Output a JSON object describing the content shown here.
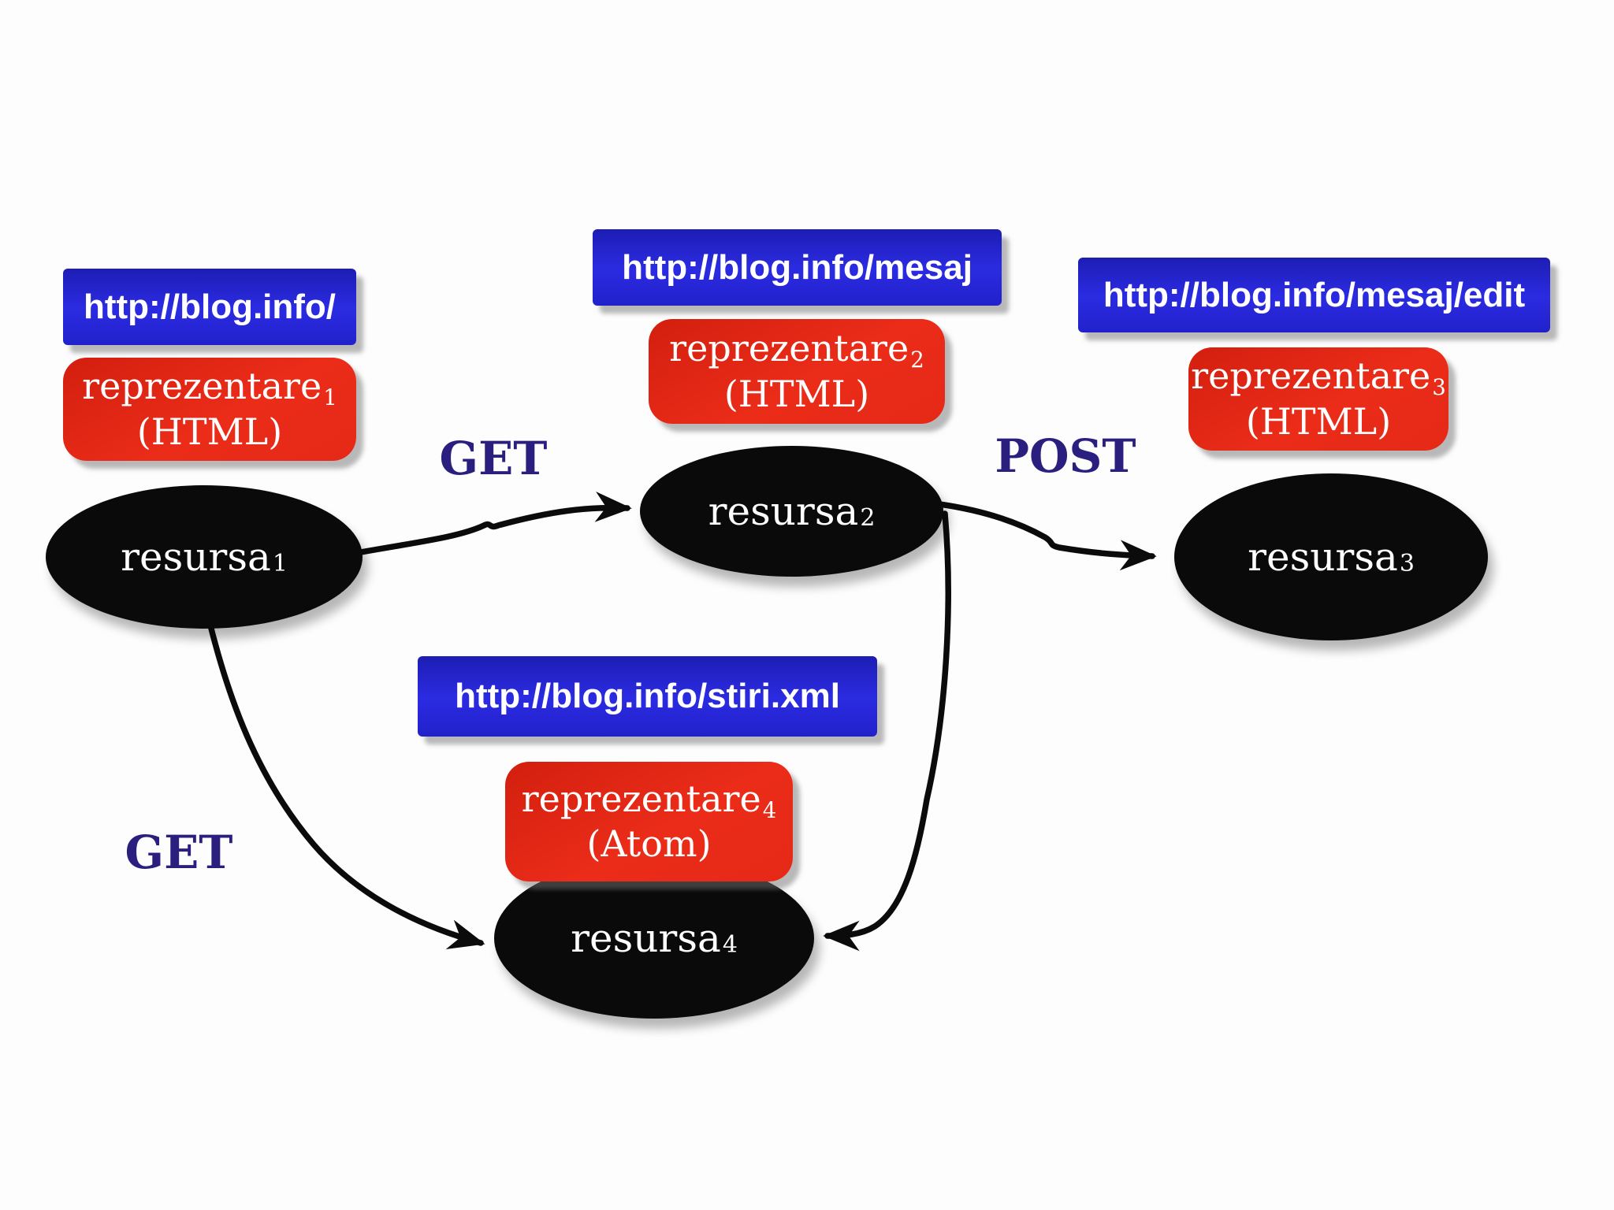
{
  "colors": {
    "url_box_blue": "#2222cc",
    "representation_red": "#e2251a",
    "resource_black": "#0a0a0a",
    "method_label": "#2a1f7e",
    "arrow": "#0b0b0b",
    "box_text": "#ffffff",
    "background": "#fdfdfd"
  },
  "url_boxes": [
    {
      "text": "http://blog.info/"
    },
    {
      "text": "http://blog.info/mesaj"
    },
    {
      "text": "http://blog.info/mesaj/edit"
    },
    {
      "text": "http://blog.info/stiri.xml"
    }
  ],
  "representations": [
    {
      "base": "reprezentare",
      "sub": "1",
      "format": "(HTML)"
    },
    {
      "base": "reprezentare",
      "sub": "2",
      "format": "(HTML)"
    },
    {
      "base": "reprezentare",
      "sub": "3",
      "format": "(HTML)"
    },
    {
      "base": "reprezentare",
      "sub": "4",
      "format": "(Atom)"
    }
  ],
  "resources": [
    {
      "base": "resursa",
      "sub": "1"
    },
    {
      "base": "resursa",
      "sub": "2"
    },
    {
      "base": "resursa",
      "sub": "3"
    },
    {
      "base": "resursa",
      "sub": "4"
    }
  ],
  "edges": [
    {
      "label": "GET",
      "from": "resursa1",
      "to": "resursa2"
    },
    {
      "label": "POST",
      "from": "resursa2",
      "to": "resursa3"
    },
    {
      "label": "GET",
      "from": "resursa1",
      "to": "resursa4"
    },
    {
      "label": "",
      "from": "resursa2",
      "to": "resursa4"
    }
  ]
}
